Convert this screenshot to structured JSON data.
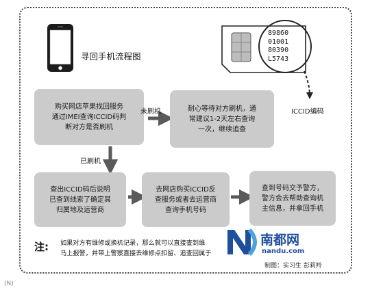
{
  "title": "寻回手机流程图",
  "sim_card": {
    "lines": "89860\n01001\n80390\nL5743"
  },
  "iccid_label": "ICCID编码",
  "boxes": {
    "step1": "购买网店苹果找回服务\n通过IMEI查询ICCID码判\n断对方是否刷机",
    "step2": "耐心等待对方刷机，通\n常建议1-2天左右查询\n一次，继续追查",
    "step3": "查出ICCID码后说明\n已查到线索了确定其\n归属地及运营商",
    "step4": "去网店购买ICCID反\n查服务或者去运营商\n查询手机号码",
    "step5": "查到号码交予警方，\n警方会去帮助查询机\n主信息，并拿回手机"
  },
  "arrows": {
    "not_flashed": "未刷机",
    "flashed": "已刷机"
  },
  "note": {
    "key": "注:",
    "text": "如果对方有维修或换机记录，那么就可以直接查到维\n马上报警，并带上警察直接去维修点扣留、追查回属于"
  },
  "credit": "制图：实习生  彭莉羚",
  "logo": {
    "cn": "南都网",
    "en": "nandu.com",
    "mark": "N"
  },
  "corner": "(N)",
  "colors": {
    "box": "#cbcbcb",
    "arrow": "#5a5a5a",
    "logo": "#1f4e9c",
    "logo_light": "#4aa3df"
  }
}
